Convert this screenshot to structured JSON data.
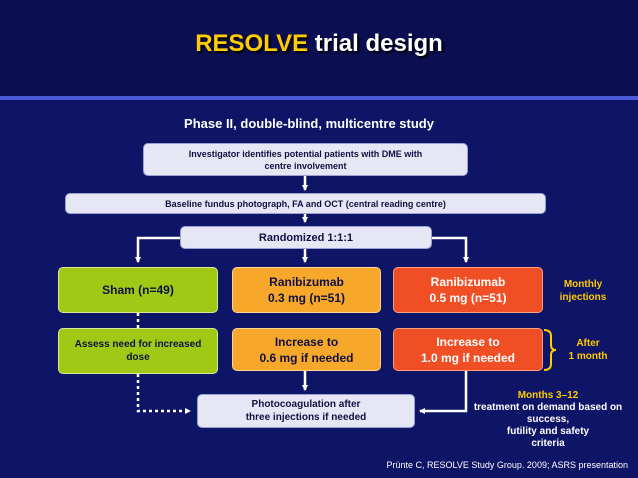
{
  "title": {
    "highlight": "RESOLVE",
    "rest": " trial design"
  },
  "subtitle": "Phase II, double-blind, multicentre study",
  "boxes": {
    "investigator": "Investigator identifies potential patients with DME with\ncentre involvement",
    "baseline": "Baseline fundus photograph, FA and OCT (central reading centre)",
    "randomized": "Randomized 1:1:1",
    "sham": "Sham (n=49)",
    "rani03": "Ranibizumab\n0.3 mg (n=51)",
    "rani05": "Ranibizumab\n0.5 mg (n=51)",
    "assess": "Assess need for increased\ndose",
    "increase06": "Increase to\n0.6 mg if needed",
    "increase10": "Increase to\n1.0 mg if needed",
    "photocoag": "Photocoagulation after\nthree injections if needed"
  },
  "side_labels": {
    "monthly": "Monthly\ninjections",
    "after": "After\n1 month"
  },
  "months": {
    "heading": "Months 3–12",
    "body": "treatment on demand based on\nsuccess,\nfutility and safety\ncriteria"
  },
  "footer": "Prünte C, RESOLVE Study Group. 2009; ASRS presentation",
  "colors": {
    "background": "#0e1466",
    "title_highlight": "#ffcc00",
    "sham_green": "#a0c814",
    "rani03_orange": "#f7a72a",
    "rani05_red": "#f04e24",
    "label_yellow": "#ffcc00"
  }
}
